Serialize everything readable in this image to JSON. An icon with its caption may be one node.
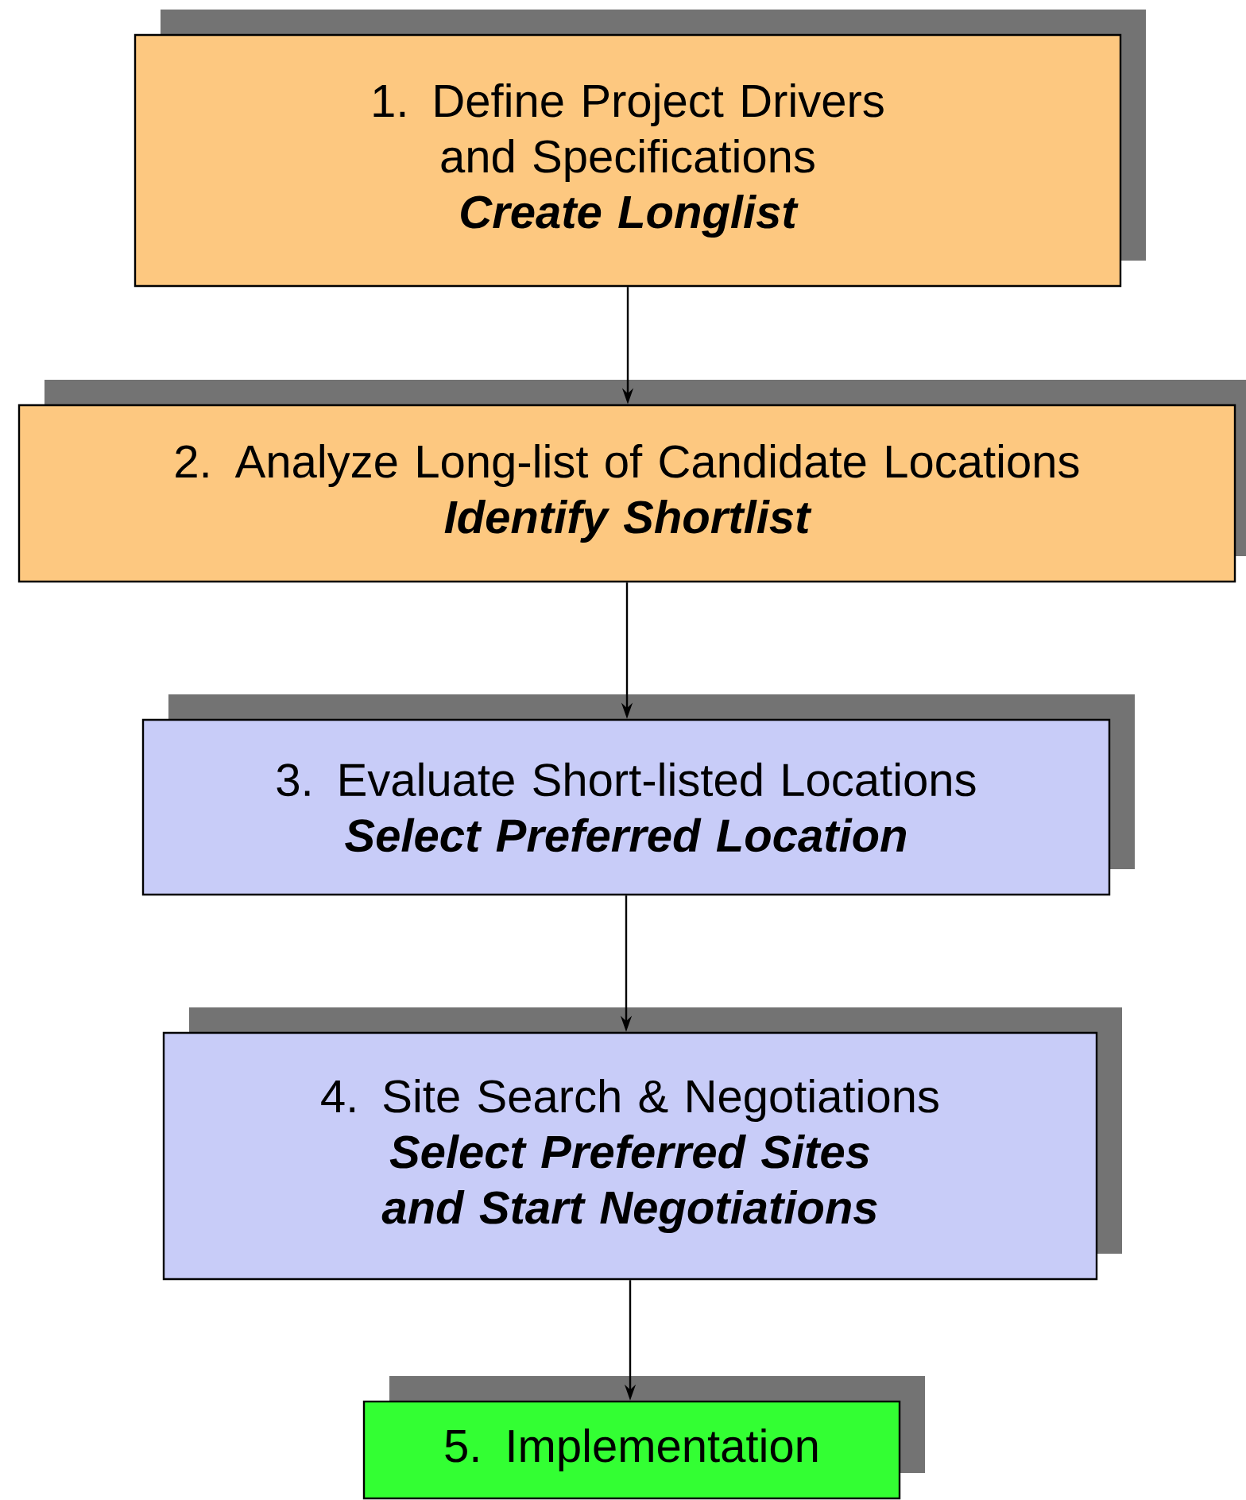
{
  "diagram": {
    "nodes": [
      {
        "text": [
          "1. Define Project Drivers and Specifications",
          "Create Longlist"
        ]
      },
      {
        "text": [
          "2. Analyze Long-list of Candidate Locations",
          "Identify Shortlist"
        ]
      },
      {
        "text": [
          "3. Evaluate Short-listed Locations",
          "Select Preferred Location"
        ]
      },
      {
        "text": [
          "4. Site Search & Negotiations",
          "Select Preferred Sites and Start Negotiations"
        ]
      },
      {
        "text": [
          "5. Implementation"
        ]
      }
    ],
    "edges": [
      {
        "from": 0,
        "to": 1,
        "arrow": "to"
      },
      {
        "from": 1,
        "to": 2,
        "arrow": "to"
      },
      {
        "from": 2,
        "to": 3,
        "arrow": "to"
      },
      {
        "from": 3,
        "to": 4,
        "arrow": "to"
      }
    ]
  }
}
